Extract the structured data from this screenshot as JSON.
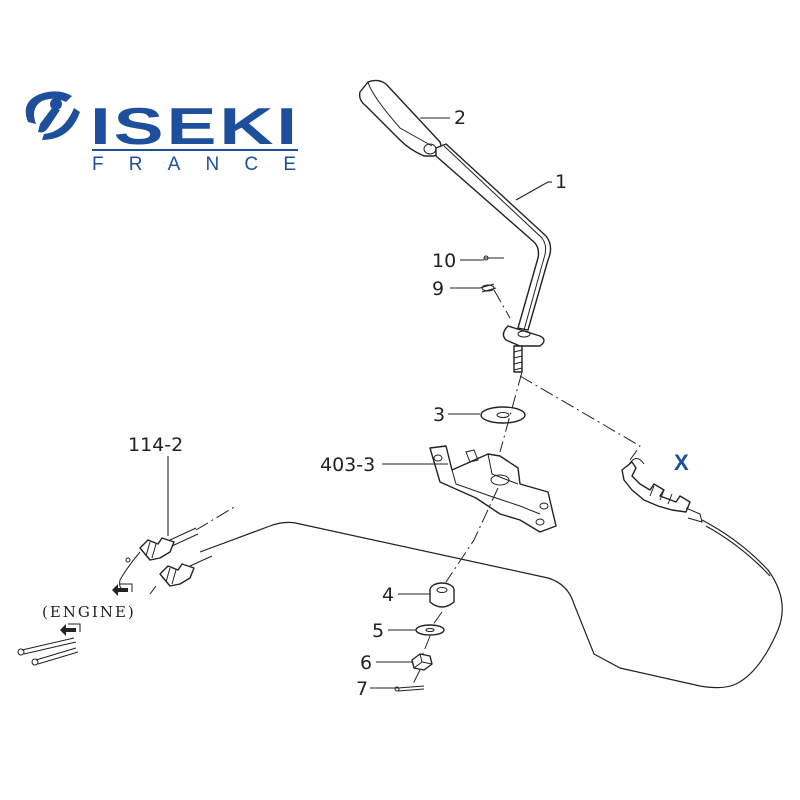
{
  "logo": {
    "brand": "ISEKI",
    "region": "FRANCE",
    "color": "#1d4f9c"
  },
  "callouts": {
    "p1": "1",
    "p2": "2",
    "p3": "3",
    "p4": "4",
    "p5": "5",
    "p6": "6",
    "p7": "7",
    "p9": "9",
    "p10": "10",
    "p403": "403-3",
    "p114": "114-2",
    "engine": "(ENGINE)",
    "connector": "X"
  },
  "colors": {
    "line": "#222222",
    "accent": "#1d4f9c"
  }
}
